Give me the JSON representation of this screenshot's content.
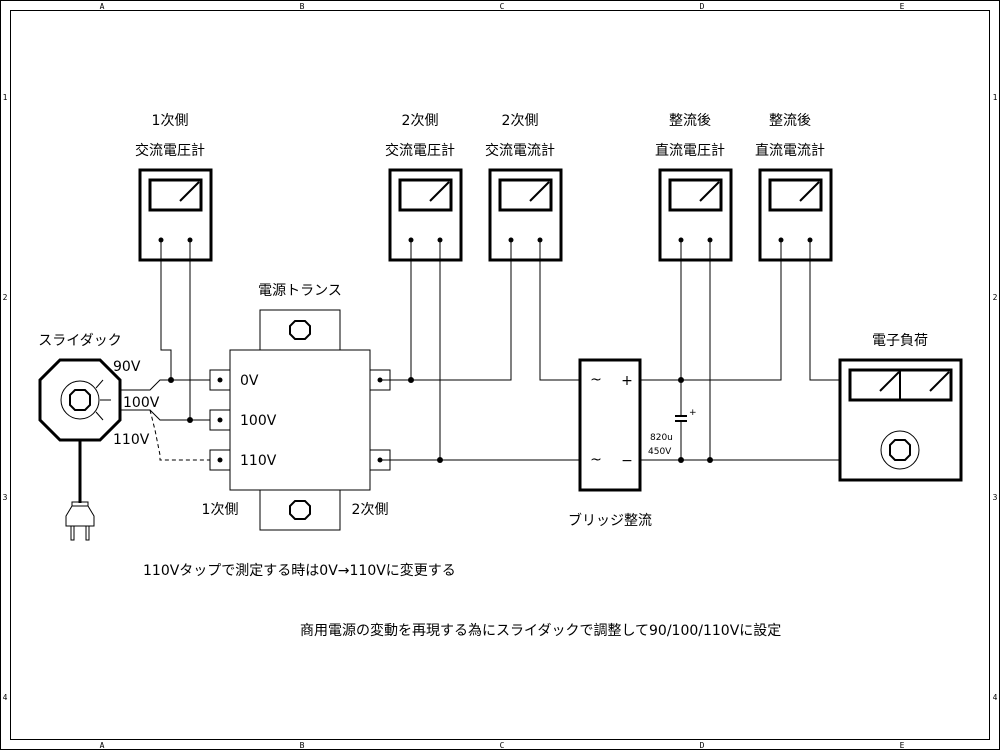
{
  "sheet": {
    "zones_x": [
      "A",
      "B",
      "C",
      "D",
      "E"
    ],
    "zones_y": [
      "1",
      "2",
      "3",
      "4"
    ]
  },
  "meters": [
    {
      "id": "primary-ac-voltmeter",
      "line1": "1次側",
      "line2": "交流電圧計"
    },
    {
      "id": "secondary-ac-voltmeter",
      "line1": "2次側",
      "line2": "交流電圧計"
    },
    {
      "id": "secondary-ac-ammeter",
      "line1": "2次側",
      "line2": "交流電流計"
    },
    {
      "id": "dc-voltmeter",
      "line1": "整流後",
      "line2": "直流電圧計"
    },
    {
      "id": "dc-ammeter",
      "line1": "整流後",
      "line2": "直流電流計"
    }
  ],
  "slidac": {
    "label": "スライダック",
    "taps": [
      "90V",
      "100V",
      "110V"
    ]
  },
  "transformer": {
    "label": "電源トランス",
    "primary_taps": [
      "0V",
      "100V",
      "110V"
    ],
    "primary_label": "1次側",
    "secondary_label": "2次側"
  },
  "rectifier": {
    "label": "ブリッジ整流",
    "ac_symbol": "~",
    "plus": "+",
    "minus": "−"
  },
  "capacitor": {
    "capacitance": "820u",
    "voltage": "450V",
    "polarity": "+"
  },
  "load": {
    "label": "電子負荷"
  },
  "notes": {
    "tap_note": "110Vタップで測定する時は0V→110Vに変更する",
    "purpose_note": "商用電源の変動を再現する為にスライダックで調整して90/100/110Vに設定"
  }
}
